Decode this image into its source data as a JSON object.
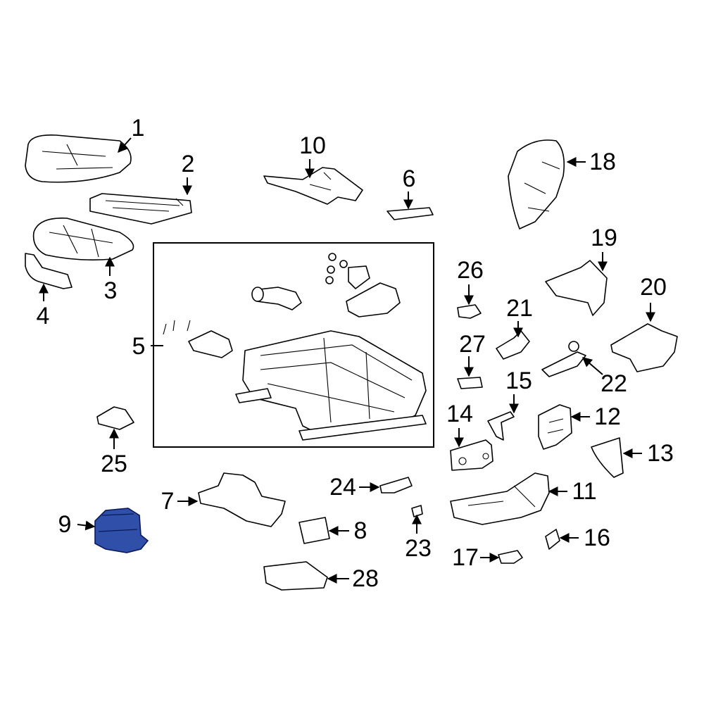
{
  "diagram": {
    "callouts": [
      {
        "id": "1",
        "label": "1"
      },
      {
        "id": "2",
        "label": "2"
      },
      {
        "id": "3",
        "label": "3"
      },
      {
        "id": "4",
        "label": "4"
      },
      {
        "id": "5",
        "label": "5"
      },
      {
        "id": "6",
        "label": "6"
      },
      {
        "id": "7",
        "label": "7"
      },
      {
        "id": "8",
        "label": "8"
      },
      {
        "id": "9",
        "label": "9"
      },
      {
        "id": "10",
        "label": "10"
      },
      {
        "id": "11",
        "label": "11"
      },
      {
        "id": "12",
        "label": "12"
      },
      {
        "id": "13",
        "label": "13"
      },
      {
        "id": "14",
        "label": "14"
      },
      {
        "id": "15",
        "label": "15"
      },
      {
        "id": "16",
        "label": "16"
      },
      {
        "id": "17",
        "label": "17"
      },
      {
        "id": "18",
        "label": "18"
      },
      {
        "id": "19",
        "label": "19"
      },
      {
        "id": "20",
        "label": "20"
      },
      {
        "id": "21",
        "label": "21"
      },
      {
        "id": "22",
        "label": "22"
      },
      {
        "id": "23",
        "label": "23"
      },
      {
        "id": "24",
        "label": "24"
      },
      {
        "id": "25",
        "label": "25"
      },
      {
        "id": "26",
        "label": "26"
      },
      {
        "id": "27",
        "label": "27"
      },
      {
        "id": "28",
        "label": "28"
      }
    ],
    "highlighted_part": "9",
    "colors": {
      "line": "#000000",
      "background": "#ffffff",
      "highlight_fill": "#2f4fa8",
      "highlight_stroke": "#0a1a5a"
    }
  }
}
